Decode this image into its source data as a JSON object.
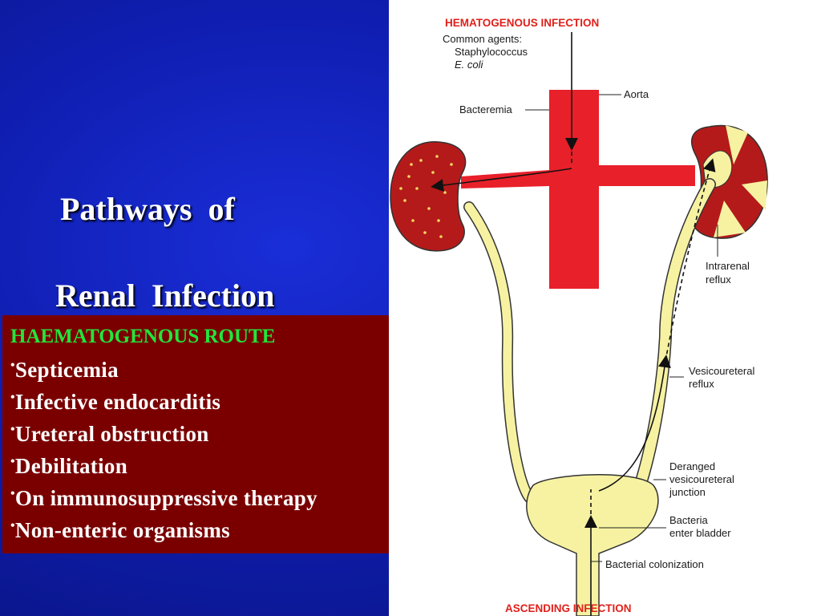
{
  "slide": {
    "title_line1": "Pathways  of",
    "title_line2": "Renal  Infection"
  },
  "route_box": {
    "heading": "HAEMATOGENOUS ROUTE",
    "items": [
      "Septicemia",
      "Infective  endocarditis",
      "Ureteral  obstruction",
      "Debilitation",
      "On  immunosuppressive  therapy",
      "Non-enteric  organisms"
    ]
  },
  "diagram": {
    "hematogenous_title": "HEMATOGENOUS INFECTION",
    "common_agents": "Common agents:",
    "agent1": "Staphylococcus",
    "agent2": "E. coli",
    "aorta": "Aorta",
    "bacteremia": "Bacteremia",
    "intrarenal_1": "Intrarenal",
    "intrarenal_2": "reflux",
    "vesico_1": "Vesicoureteral",
    "vesico_2": "reflux",
    "deranged_1": "Deranged",
    "deranged_2": "vesicoureteral",
    "deranged_3": "junction",
    "bacteria_1": "Bacteria",
    "bacteria_2": "enter bladder",
    "colonization": "Bacterial colonization",
    "ascending_title": "ASCENDING INFECTION"
  },
  "colors": {
    "background": "#0b1790",
    "box_fill": "#7a0000",
    "heading_green": "#22e53c",
    "vessel_red": "#e8202a",
    "kidney_red": "#b51a1a",
    "urine_yellow": "#f6f2a2"
  }
}
